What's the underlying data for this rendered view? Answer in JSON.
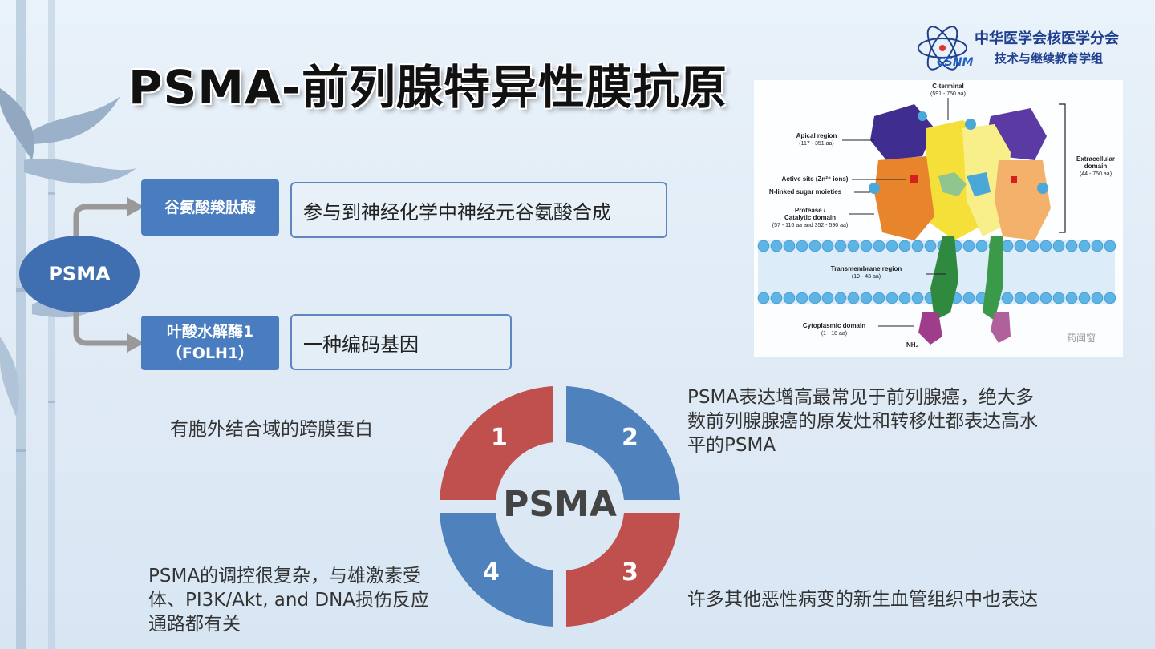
{
  "title": "PSMA-前列腺特异性膜抗原",
  "logo": {
    "org_name": "中华医学会核医学分会",
    "group_name": "技术与继续教育学组",
    "abbr": "CSNM"
  },
  "tree": {
    "root": "PSMA",
    "branch1": {
      "label": "谷氨酸羧肽酶",
      "description": "参与到神经化学中神经元谷氨酸合成"
    },
    "branch2": {
      "label_line1": "叶酸水解酶1",
      "label_line2": "（FOLH1）",
      "description": "一种编码基因"
    }
  },
  "cycle": {
    "center": "PSMA",
    "segments": [
      {
        "num": "1",
        "text": "有胞外结合域的跨膜蛋白",
        "color": "#c0504d"
      },
      {
        "num": "2",
        "text": "PSMA表达增高最常见于前列腺癌，绝大多数前列腺腺癌的原发灶和转移灶都表达高水平的PSMA",
        "color": "#4f81bd"
      },
      {
        "num": "3",
        "text": "许多其他恶性病变的新生血管组织中也表达",
        "color": "#c0504d"
      },
      {
        "num": "4",
        "text": "PSMA的调控很复杂，与雄激素受体、PI3K/Akt, and DNA损伤反应通路都有关",
        "color": "#4f81bd"
      }
    ]
  },
  "protein_figure": {
    "c_terminal": "C-terminal",
    "c_terminal_range": "(591 - 750 aa)",
    "apical": "Apical region",
    "apical_range": "(117 - 351 aa)",
    "active_site": "Active site (Zn²⁺ ions)",
    "sugar": "N-linked sugar moieties",
    "protease": "Protease /",
    "catalytic": "Catalytic domain",
    "protease_range": "(57 - 116 aa and 352 - 590 aa)",
    "extracellular": "Extracellular",
    "extracellular_domain": "domain",
    "extracellular_range": "(44 - 750 aa)",
    "transmembrane": "Transmembrane region",
    "transmembrane_range": "(19 - 43 aa)",
    "cytoplasmic": "Cytoplasmic domain",
    "cytoplasmic_range": "(1 - 18 aa)",
    "nh2": "NH₂",
    "watermark": "药闻窗"
  }
}
